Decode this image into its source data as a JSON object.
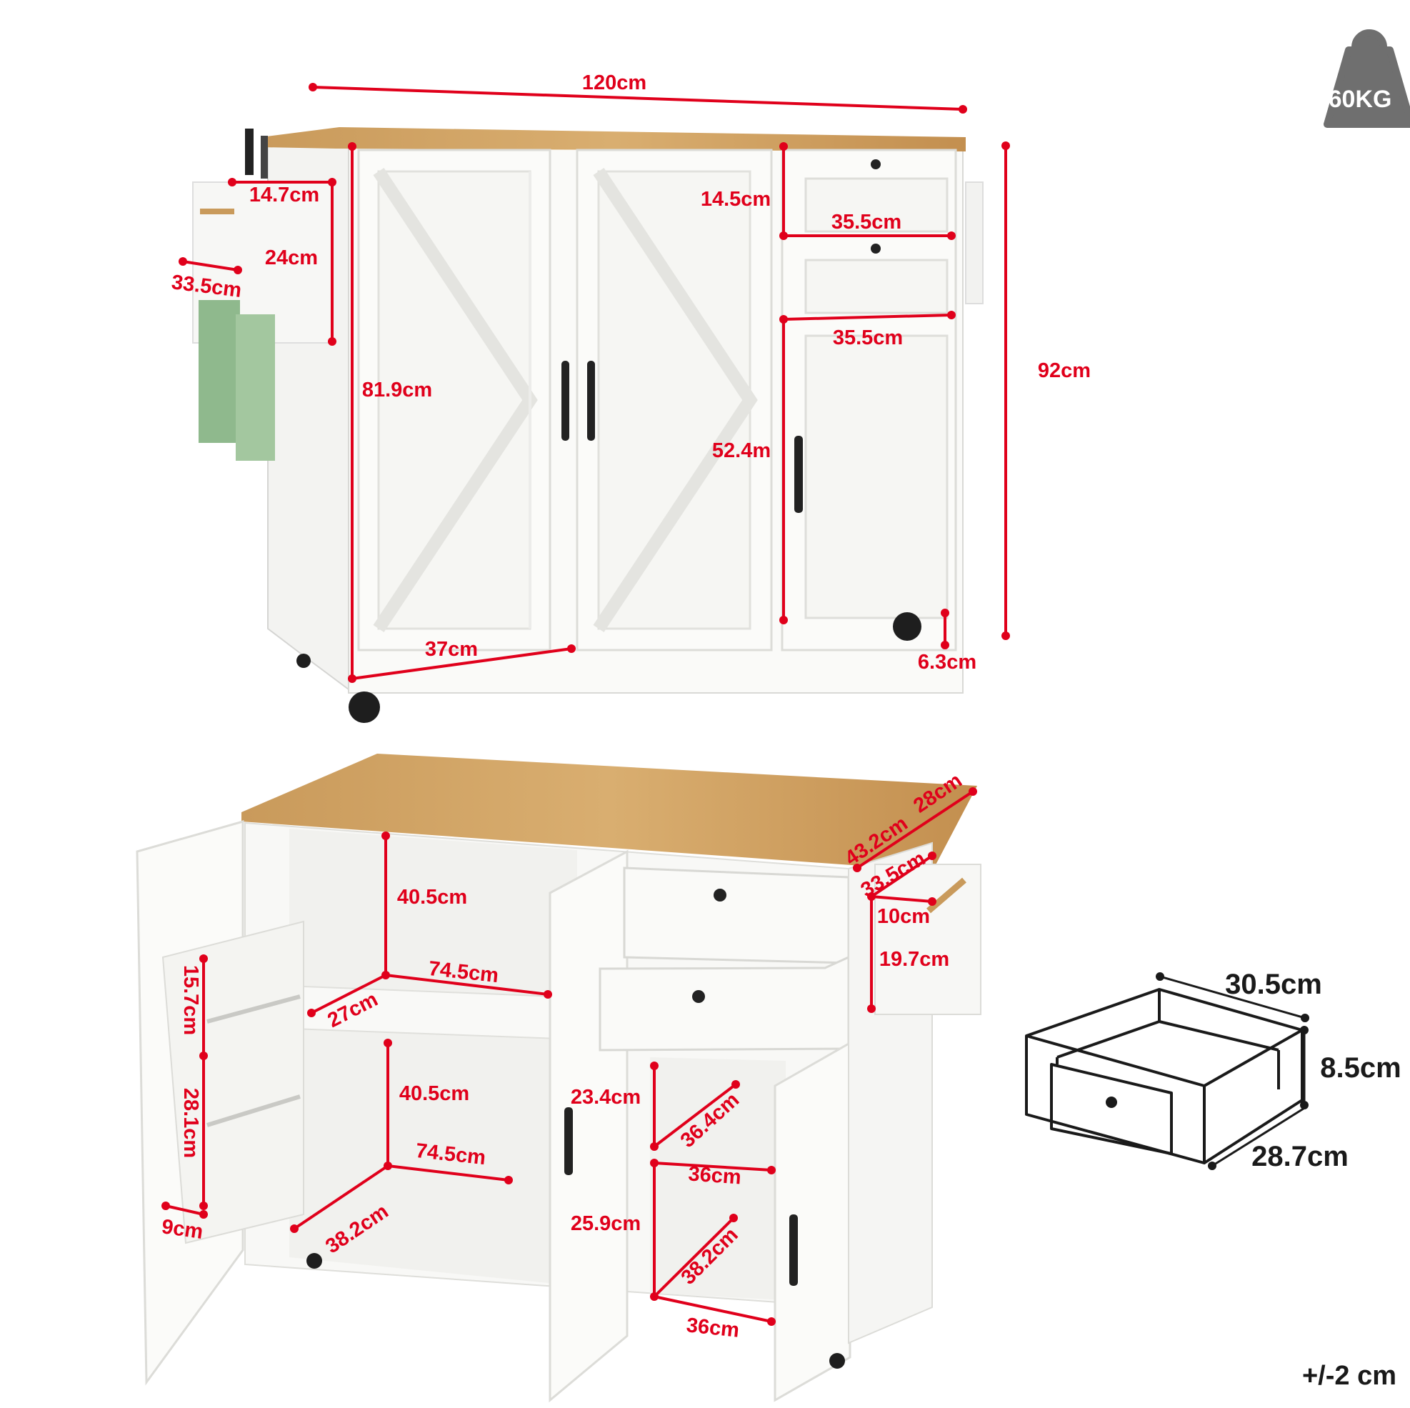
{
  "weight_badge": {
    "label": "60KG"
  },
  "tolerance": "+/-2 cm",
  "front_view": {
    "width": "120cm",
    "height": "92cm",
    "wheel_height": "6.3cm",
    "rack_width": "14.7cm",
    "rack_height": "24cm",
    "rack_depth": "33.5cm",
    "drawer_height": "14.5cm",
    "drawer_width_top": "35.5cm",
    "drawer_width_bottom": "35.5cm",
    "door_height": "81.9cm",
    "side_door_height": "52.4m",
    "door_width": "37cm"
  },
  "open_view": {
    "top_depth": "43.2cm",
    "leaf_depth": "28cm",
    "side_depth": "33.5cm",
    "side_rack_width": "10cm",
    "side_rack_height": "19.7cm",
    "door_shelf_upper": "15.7cm",
    "door_shelf_lower": "28.1cm",
    "door_shelf_depth": "9cm",
    "upper_height": "40.5cm",
    "upper_width": "74.5cm",
    "upper_depth": "27cm",
    "lower_height": "40.5cm",
    "lower_width": "74.5cm",
    "lower_depth": "38.2cm",
    "right_upper_height": "23.4cm",
    "right_upper_depth": "36.4cm",
    "right_upper_width": "36cm",
    "right_lower_height": "25.9cm",
    "right_lower_depth": "38.2cm",
    "right_lower_width": "36cm"
  },
  "drawer_detail": {
    "width": "30.5cm",
    "height": "8.5cm",
    "depth": "28.7cm"
  }
}
